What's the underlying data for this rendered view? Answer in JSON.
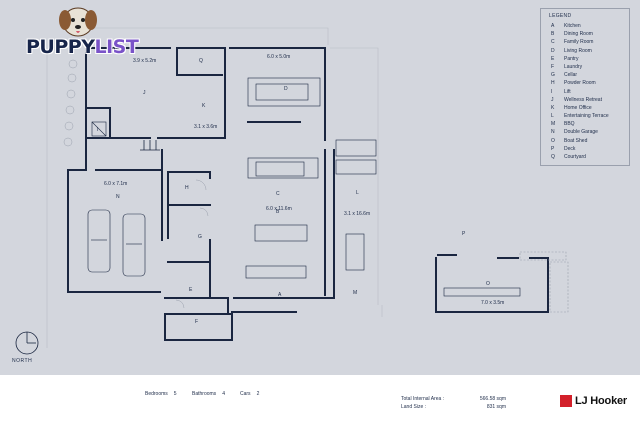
{
  "brand": {
    "logo_text_a": "PUPPY",
    "logo_text_b": "LIST",
    "agency": "LJ Hooker"
  },
  "legend": {
    "title": "LEGEND",
    "items": [
      {
        "code": "A",
        "label": "Kitchen"
      },
      {
        "code": "B",
        "label": "Dining Room"
      },
      {
        "code": "C",
        "label": "Family Room"
      },
      {
        "code": "D",
        "label": "Living Room"
      },
      {
        "code": "E",
        "label": "Pantry"
      },
      {
        "code": "F",
        "label": "Laundry"
      },
      {
        "code": "G",
        "label": "Cellar"
      },
      {
        "code": "H",
        "label": "Powder Room"
      },
      {
        "code": "I",
        "label": "Lift"
      },
      {
        "code": "J",
        "label": "Wellness Retreat"
      },
      {
        "code": "K",
        "label": "Home Office"
      },
      {
        "code": "L",
        "label": "Entertaining Terrace"
      },
      {
        "code": "M",
        "label": "BBQ"
      },
      {
        "code": "N",
        "label": "Double Garage"
      },
      {
        "code": "O",
        "label": "Boat Shed"
      },
      {
        "code": "P",
        "label": "Deck"
      },
      {
        "code": "Q",
        "label": "Courtyard"
      }
    ]
  },
  "plan": {
    "room_labels": {
      "A": "A",
      "B": "B",
      "C": "C",
      "D": "D",
      "E": "E",
      "F": "F",
      "G": "G",
      "H": "H",
      "I": "I",
      "J": "J",
      "K": "K",
      "L": "L",
      "M": "M",
      "N": "N",
      "O": "O",
      "P": "P",
      "Q": "Q"
    },
    "dimensions": {
      "J": "3.9 x 5.2m",
      "D": "6.0 x 5.0m",
      "K": "3.1 x 3.6m",
      "N": "6.0 x 7.1m",
      "C_B": "6.0 x 11.6m",
      "L": "3.1 x 16.6m",
      "O": "7.0 x 3.5m"
    },
    "north_label": "NORTH"
  },
  "summary": {
    "bedrooms_label": "Bedrooms",
    "bedrooms": "5",
    "bathrooms_label": "Bathrooms",
    "bathrooms": "4",
    "cars_label": "Cars",
    "cars": "2",
    "internal_area_label": "Total Internal Area :",
    "internal_area": "566.58 sqm",
    "land_size_label": "Land Size :",
    "land_size": "831 sqm"
  },
  "colors": {
    "wall": "#1a2640",
    "plan_bg": "#d3d6dd",
    "brand_red": "#d3202a",
    "logo_accent": "#7a53c8"
  }
}
